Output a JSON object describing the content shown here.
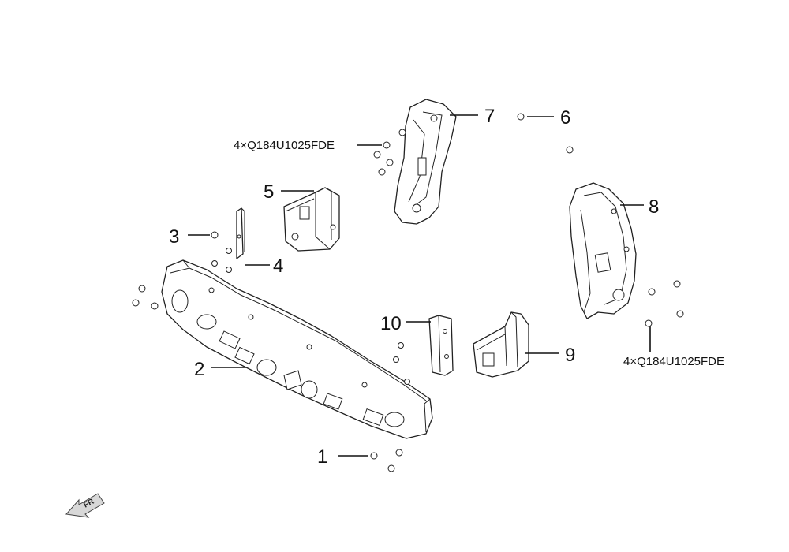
{
  "callouts": {
    "c1": "1",
    "c2": "2",
    "c3": "3",
    "c4": "4",
    "c5": "5",
    "c6": "6",
    "c7": "7",
    "c8": "8",
    "c9": "9",
    "c10": "10",
    "bolt_upper": "4×Q184U1025FDE",
    "bolt_right": "4×Q184U1025FDE"
  },
  "front_arrow": {
    "label": "FR"
  }
}
